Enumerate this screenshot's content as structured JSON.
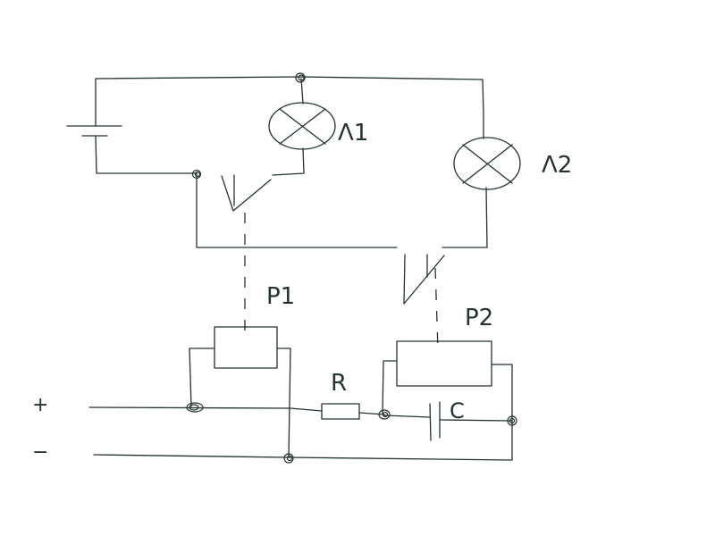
{
  "labels": {
    "lamp1": "Λ1",
    "lamp2": "Λ2",
    "relay1": "P1",
    "relay2": "P2",
    "resistor": "R",
    "capacitor": "C",
    "plus": "+",
    "minus": "−"
  },
  "colors": {
    "ink": "#223330",
    "background": "#ffffff"
  }
}
